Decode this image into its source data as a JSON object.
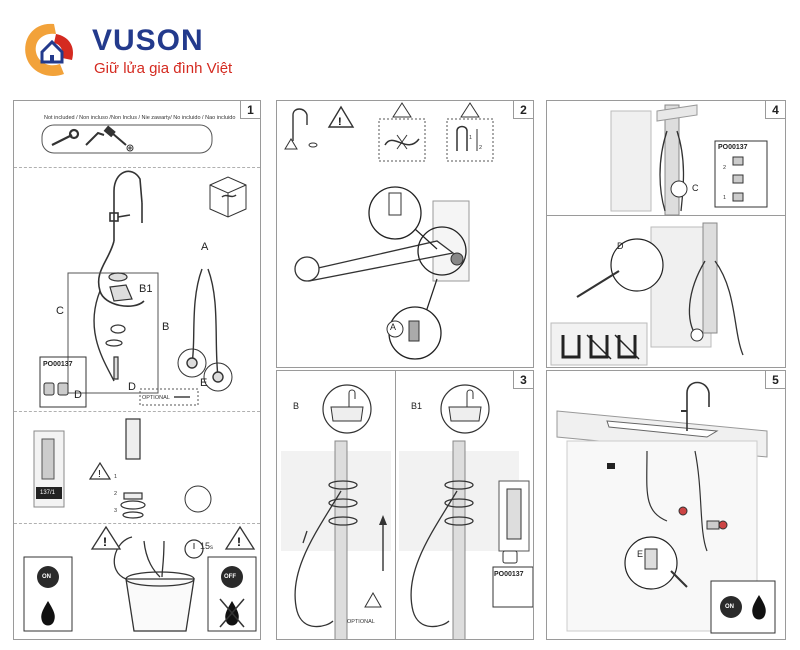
{
  "brand": {
    "name": "VUSON",
    "tagline": "Giữ lửa gia đình Việt",
    "colors": {
      "blue": "#233a8c",
      "red": "#d42a20",
      "orange": "#f2a23a"
    }
  },
  "panel1": {
    "number": "1",
    "not_included": "Not included / Non incluso /Non Inclus / Nie zawarty/ No incluido / Nao incluido",
    "labels": {
      "a": "A",
      "b": "B",
      "b1": "B1",
      "c": "C",
      "d": "D",
      "e": "E",
      "d2": "D"
    },
    "part_code": "PO00137",
    "optional": "OPTIONAL",
    "hose_size": "137/1",
    "steps": [
      "1",
      "2",
      "3"
    ],
    "time": "15",
    "time_unit": "s",
    "on": "ON",
    "off": "OFF"
  },
  "panel2": {
    "number": "2",
    "label_a": "A",
    "steps": [
      "1",
      "2"
    ]
  },
  "panel3": {
    "number": "3",
    "label_b": "B",
    "label_b1": "B1",
    "part_code": "PO00137",
    "optional": "OPTIONAL"
  },
  "panel4": {
    "number": "4",
    "part_code": "PO00137",
    "label_c": "C",
    "label_d": "D",
    "steps": [
      "2",
      "1"
    ]
  },
  "panel5": {
    "number": "5",
    "label_e": "E",
    "on": "ON"
  }
}
